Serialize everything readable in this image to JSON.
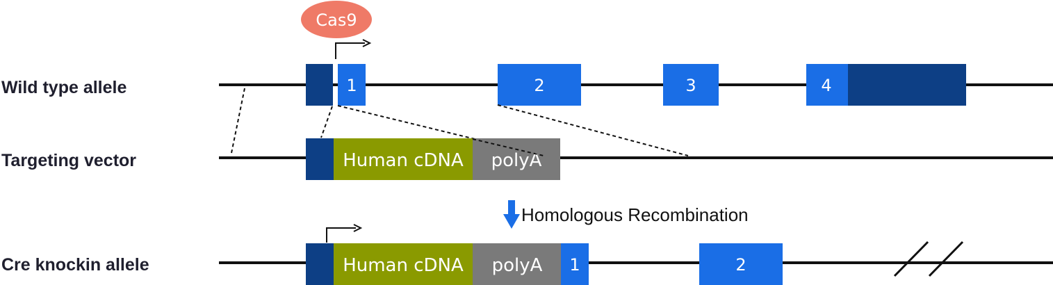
{
  "rows": {
    "wild_type": "Wild type allele",
    "targeting_vector": "Targeting vector",
    "cre_knockin": "Cre knockin allele"
  },
  "cas9": "Cas9",
  "exons": {
    "e1": "1",
    "e2": "2",
    "e3": "3",
    "e4": "4"
  },
  "cassette": {
    "cdna": "Human cDNA",
    "polya": "polyA"
  },
  "process_label": "Homologous Recombination",
  "colors": {
    "dark_blue": "#0d3f85",
    "exon_blue": "#1a6ee6",
    "olive": "#8a9a00",
    "gray": "#7a7a7a",
    "cas9": "#ef7a67",
    "line": "#111111"
  }
}
